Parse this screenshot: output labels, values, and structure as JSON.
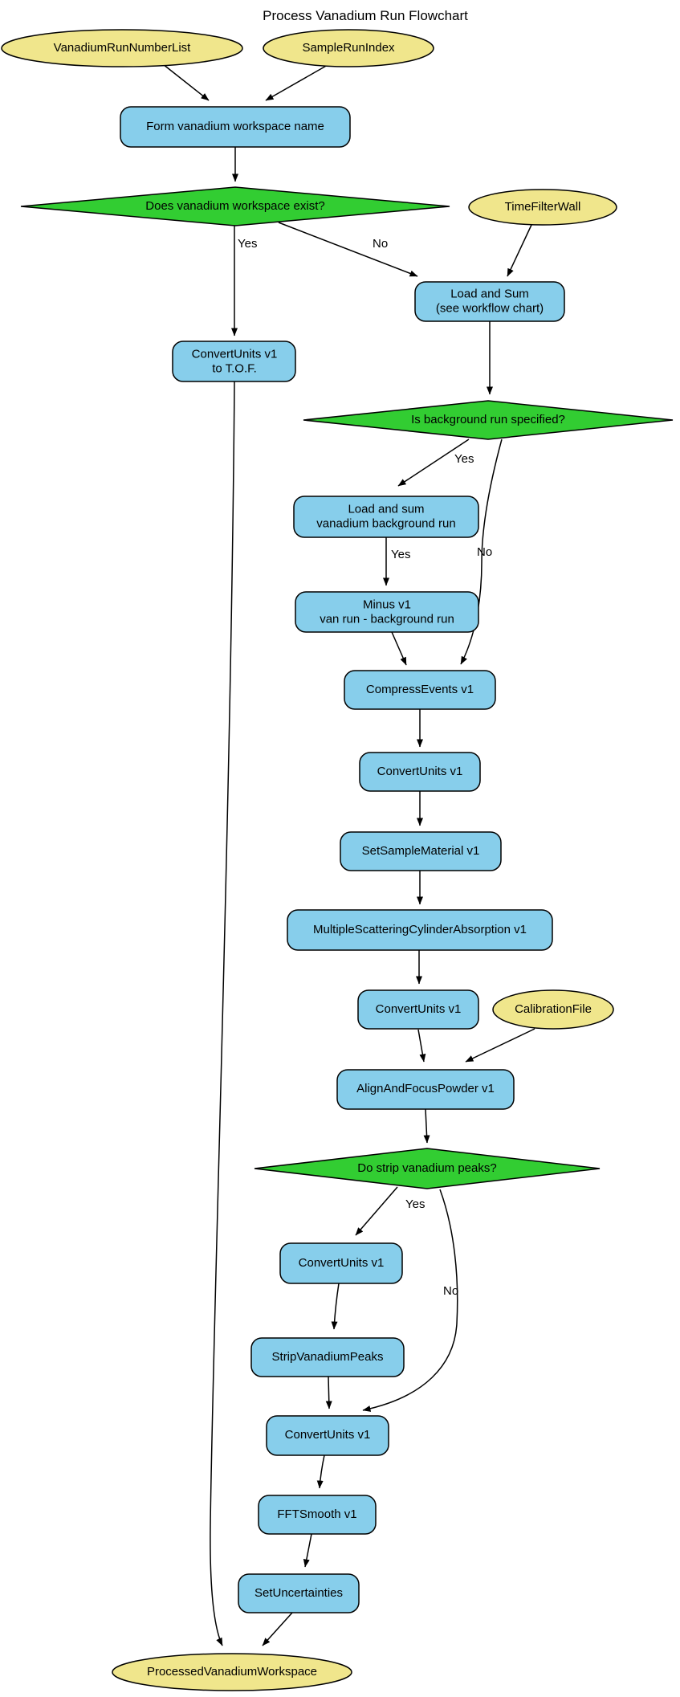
{
  "title": "Process Vanadium Run Flowchart",
  "colors": {
    "input_fill": "#F0E68C",
    "process_fill": "#87CEEB",
    "decision_fill": "#32CD32",
    "outline": "#000000",
    "background": "#FFFFFF"
  },
  "nodes": {
    "vanadium_run_number_list": {
      "label": "VanadiumRunNumberList",
      "shape": "ellipse",
      "role": "input"
    },
    "sample_run_index": {
      "label": "SampleRunIndex",
      "shape": "ellipse",
      "role": "input"
    },
    "form_workspace_name": {
      "label": "Form vanadium workspace name",
      "shape": "rounded-box",
      "role": "process"
    },
    "does_workspace_exist": {
      "label": "Does vanadium workspace exist?",
      "shape": "diamond",
      "role": "decision"
    },
    "time_filter_wall": {
      "label": "TimeFilterWall",
      "shape": "ellipse",
      "role": "input"
    },
    "load_and_sum": {
      "label": "Load and Sum\n(see workflow chart)",
      "shape": "rounded-box",
      "role": "process"
    },
    "convert_units_tof": {
      "label": "ConvertUnits v1\nto T.O.F.",
      "shape": "rounded-box",
      "role": "process"
    },
    "is_background_specified": {
      "label": "Is background run specified?",
      "shape": "diamond",
      "role": "decision"
    },
    "load_background": {
      "label": "Load and sum\nvanadium background run",
      "shape": "rounded-box",
      "role": "process"
    },
    "minus_background": {
      "label": "Minus v1\nvan run - background run",
      "shape": "rounded-box",
      "role": "process"
    },
    "compress_events": {
      "label": "CompressEvents v1",
      "shape": "rounded-box",
      "role": "process"
    },
    "convert_units_1": {
      "label": "ConvertUnits v1",
      "shape": "rounded-box",
      "role": "process"
    },
    "set_sample_material": {
      "label": "SetSampleMaterial v1",
      "shape": "rounded-box",
      "role": "process"
    },
    "multiple_scattering": {
      "label": "MultipleScatteringCylinderAbsorption v1",
      "shape": "rounded-box",
      "role": "process"
    },
    "convert_units_2": {
      "label": "ConvertUnits v1",
      "shape": "rounded-box",
      "role": "process"
    },
    "calibration_file": {
      "label": "CalibrationFile",
      "shape": "ellipse",
      "role": "input"
    },
    "align_and_focus": {
      "label": "AlignAndFocusPowder v1",
      "shape": "rounded-box",
      "role": "process"
    },
    "do_strip_peaks": {
      "label": "Do strip vanadium peaks?",
      "shape": "diamond",
      "role": "decision"
    },
    "convert_units_3": {
      "label": "ConvertUnits v1",
      "shape": "rounded-box",
      "role": "process"
    },
    "strip_vanadium_peaks": {
      "label": "StripVanadiumPeaks",
      "shape": "rounded-box",
      "role": "process"
    },
    "convert_units_4": {
      "label": "ConvertUnits v1",
      "shape": "rounded-box",
      "role": "process"
    },
    "fft_smooth": {
      "label": "FFTSmooth v1",
      "shape": "rounded-box",
      "role": "process"
    },
    "set_uncertainties": {
      "label": "SetUncertainties",
      "shape": "rounded-box",
      "role": "process"
    },
    "processed_workspace": {
      "label": "ProcessedVanadiumWorkspace",
      "shape": "ellipse",
      "role": "output"
    }
  },
  "edge_labels": {
    "does_exist_yes": "Yes",
    "does_exist_no": "No",
    "background_yes": "Yes",
    "load_background_yes": "Yes",
    "background_no": "No",
    "strip_yes": "Yes",
    "strip_no": "No"
  }
}
